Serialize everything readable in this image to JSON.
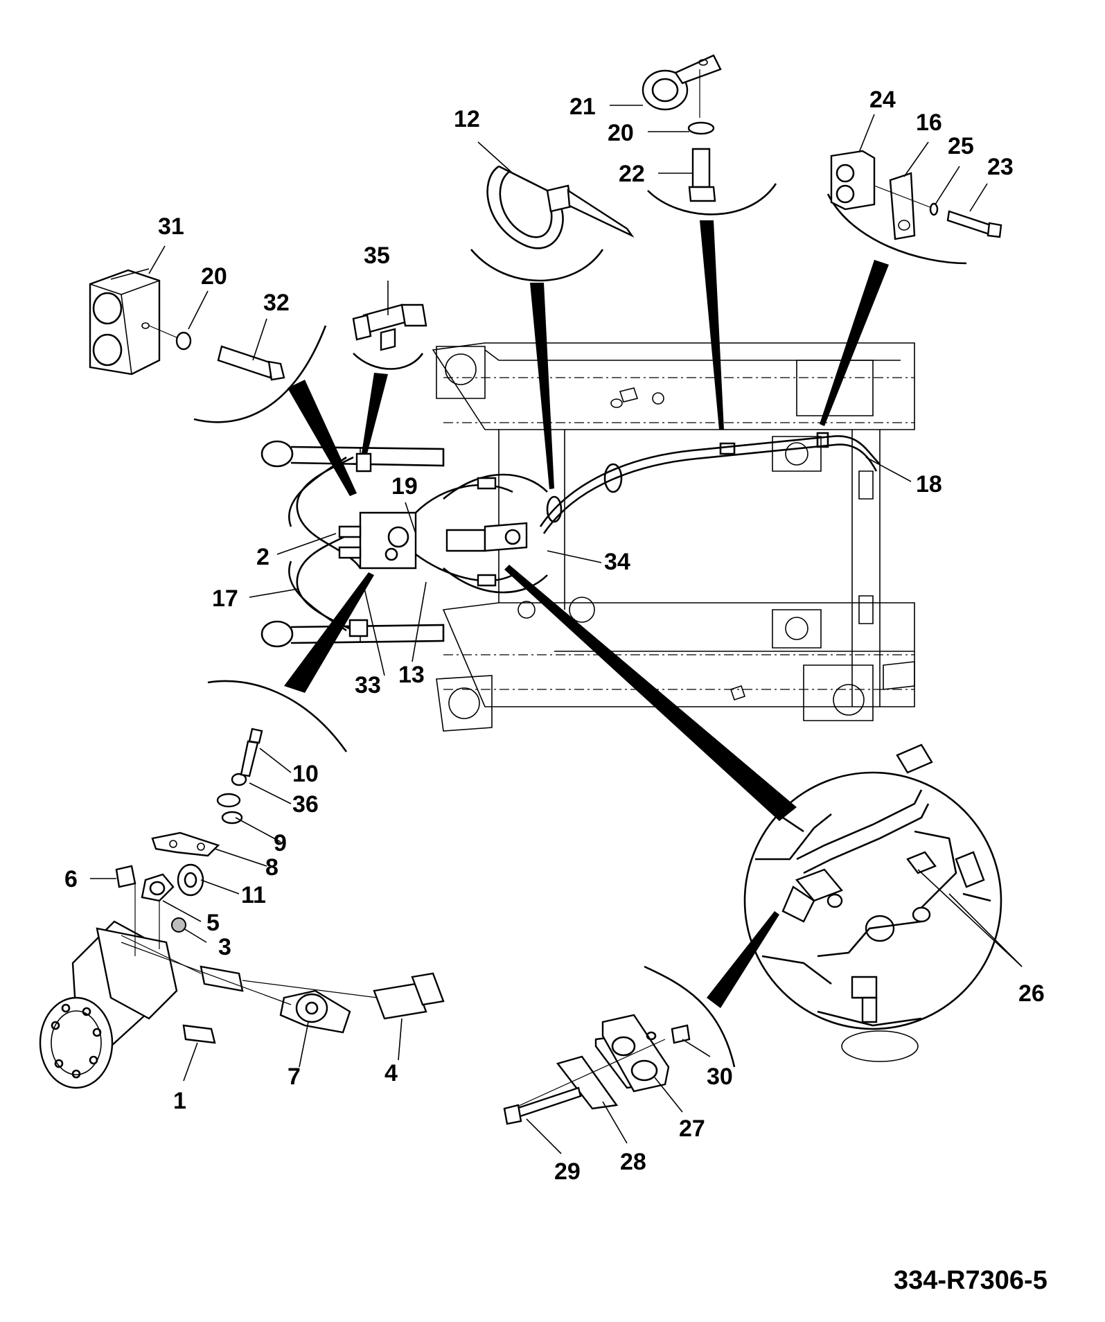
{
  "figure": {
    "reference": "334-R7306-5"
  },
  "callouts": [
    {
      "id": "c1",
      "text": "1"
    },
    {
      "id": "c2",
      "text": "2"
    },
    {
      "id": "c3",
      "text": "3"
    },
    {
      "id": "c4",
      "text": "4"
    },
    {
      "id": "c5",
      "text": "5"
    },
    {
      "id": "c6",
      "text": "6"
    },
    {
      "id": "c7",
      "text": "7"
    },
    {
      "id": "c8",
      "text": "8"
    },
    {
      "id": "c9",
      "text": "9"
    },
    {
      "id": "c10",
      "text": "10"
    },
    {
      "id": "c11",
      "text": "11"
    },
    {
      "id": "c12",
      "text": "12"
    },
    {
      "id": "c13",
      "text": "13"
    },
    {
      "id": "c16",
      "text": "16"
    },
    {
      "id": "c17",
      "text": "17"
    },
    {
      "id": "c18",
      "text": "18"
    },
    {
      "id": "c19",
      "text": "19"
    },
    {
      "id": "c20a",
      "text": "20"
    },
    {
      "id": "c20b",
      "text": "20"
    },
    {
      "id": "c21",
      "text": "21"
    },
    {
      "id": "c22",
      "text": "22"
    },
    {
      "id": "c23",
      "text": "23"
    },
    {
      "id": "c24",
      "text": "24"
    },
    {
      "id": "c25",
      "text": "25"
    },
    {
      "id": "c26",
      "text": "26"
    },
    {
      "id": "c27",
      "text": "27"
    },
    {
      "id": "c28",
      "text": "28"
    },
    {
      "id": "c29",
      "text": "29"
    },
    {
      "id": "c30",
      "text": "30"
    },
    {
      "id": "c31",
      "text": "31"
    },
    {
      "id": "c32",
      "text": "32"
    },
    {
      "id": "c33",
      "text": "33"
    },
    {
      "id": "c34",
      "text": "34"
    },
    {
      "id": "c35",
      "text": "35"
    },
    {
      "id": "c36",
      "text": "36"
    }
  ]
}
